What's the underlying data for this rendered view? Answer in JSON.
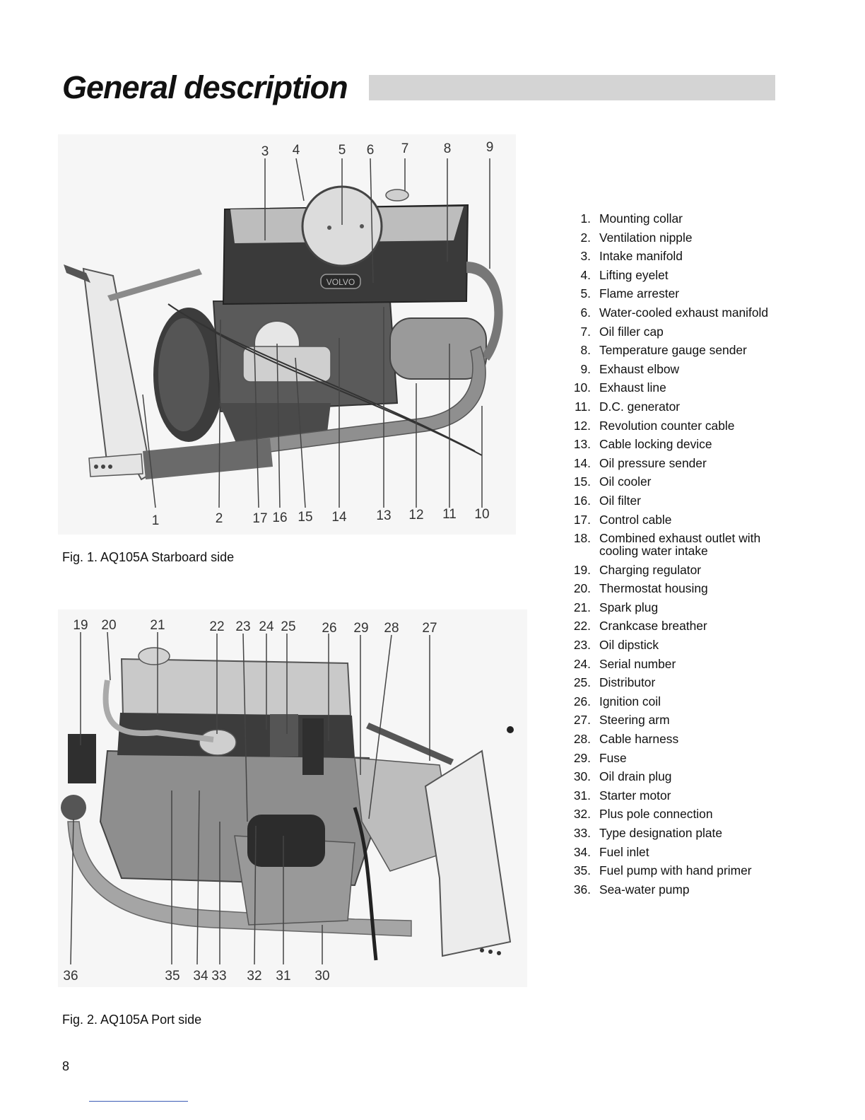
{
  "page": {
    "title": "General description",
    "page_number": "8"
  },
  "figure1": {
    "caption": "Fig. 1. AQ105A Starboard side",
    "top_callouts": [
      "3",
      "4",
      "5",
      "6",
      "7",
      "8",
      "9"
    ],
    "bottom_callouts": [
      "1",
      "2",
      "17",
      "16",
      "15",
      "14",
      "13",
      "12",
      "11",
      "10"
    ],
    "badge_text": "VOLVO"
  },
  "figure2": {
    "caption": "Fig. 2. AQ105A Port side",
    "top_callouts": [
      "19",
      "20",
      "21",
      "22",
      "23",
      "24",
      "25",
      "26",
      "29",
      "28",
      "27"
    ],
    "bottom_callouts": [
      "36",
      "35",
      "34",
      "33",
      "32",
      "31",
      "30"
    ]
  },
  "legend": [
    {
      "num": "1.",
      "text": "Mounting collar"
    },
    {
      "num": "2.",
      "text": "Ventilation nipple"
    },
    {
      "num": "3.",
      "text": "Intake manifold"
    },
    {
      "num": "4.",
      "text": "Lifting eyelet"
    },
    {
      "num": "5.",
      "text": "Flame arrester"
    },
    {
      "num": "6.",
      "text": "Water-cooled exhaust manifold"
    },
    {
      "num": "7.",
      "text": "Oil filler cap"
    },
    {
      "num": "8.",
      "text": "Temperature gauge sender"
    },
    {
      "num": "9.",
      "text": "Exhaust elbow"
    },
    {
      "num": "10.",
      "text": "Exhaust line"
    },
    {
      "num": "11.",
      "text": "D.C. generator"
    },
    {
      "num": "12.",
      "text": "Revolution counter cable"
    },
    {
      "num": "13.",
      "text": "Cable locking device"
    },
    {
      "num": "14.",
      "text": "Oil pressure sender"
    },
    {
      "num": "15.",
      "text": "Oil cooler"
    },
    {
      "num": "16.",
      "text": "Oil filter"
    },
    {
      "num": "17.",
      "text": "Control cable"
    },
    {
      "num": "18.",
      "text": "Combined exhaust outlet with cooling water intake"
    },
    {
      "num": "19.",
      "text": "Charging regulator"
    },
    {
      "num": "20.",
      "text": "Thermostat housing"
    },
    {
      "num": "21.",
      "text": "Spark plug"
    },
    {
      "num": "22.",
      "text": "Crankcase breather"
    },
    {
      "num": "23.",
      "text": "Oil dipstick"
    },
    {
      "num": "24.",
      "text": "Serial number"
    },
    {
      "num": "25.",
      "text": "Distributor"
    },
    {
      "num": "26.",
      "text": "Ignition coil"
    },
    {
      "num": "27.",
      "text": "Steering arm"
    },
    {
      "num": "28.",
      "text": "Cable harness"
    },
    {
      "num": "29.",
      "text": "Fuse"
    },
    {
      "num": "30.",
      "text": "Oil drain plug"
    },
    {
      "num": "31.",
      "text": "Starter motor"
    },
    {
      "num": "32.",
      "text": "Plus pole connection"
    },
    {
      "num": "33.",
      "text": "Type designation plate"
    },
    {
      "num": "34.",
      "text": "Fuel inlet"
    },
    {
      "num": "35.",
      "text": "Fuel pump with hand primer"
    },
    {
      "num": "36.",
      "text": "Sea-water pump"
    }
  ]
}
